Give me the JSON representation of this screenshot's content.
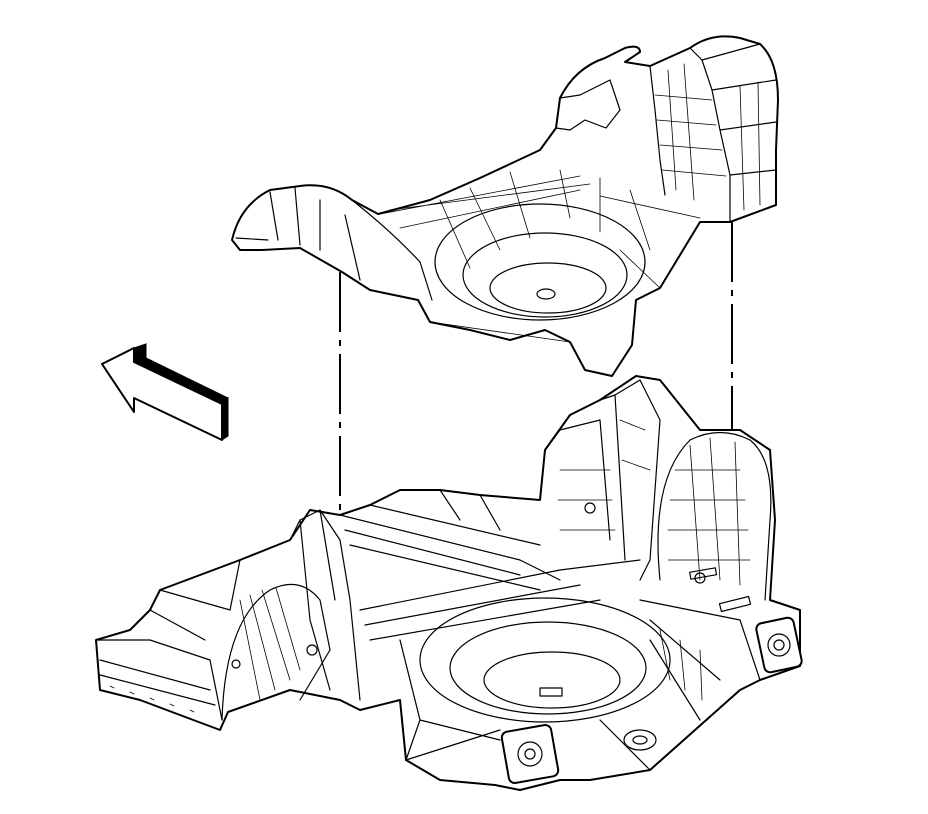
{
  "diagram": {
    "type": "exploded-assembly-line-drawing",
    "subject": "",
    "parts": [
      {
        "id": "upper-panel",
        "icon": "floor-panel-insulator"
      },
      {
        "id": "lower-body",
        "icon": "rear-floor-body-structure"
      }
    ],
    "direction_indicator": {
      "icon": "front-of-vehicle-arrow",
      "points": "forward-left"
    },
    "alignment_lines": 2,
    "colors": {
      "line": "#000000",
      "background": "#ffffff"
    }
  }
}
